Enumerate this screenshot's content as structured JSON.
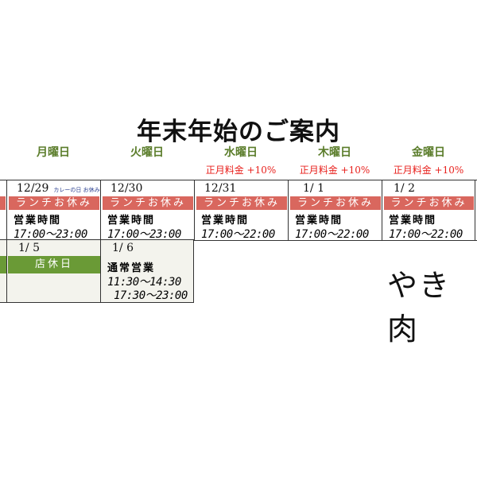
{
  "title": "年末年始のご案内",
  "days": [
    "月曜日",
    "火曜日",
    "水曜日",
    "木曜日",
    "金曜日"
  ],
  "surcharge": "正月料金 +10%",
  "week1": [
    {
      "date": "12/29",
      "note": "カレーの日 お休み",
      "lunch": "ランチお休み",
      "label": "営業時間",
      "hours": "17:00～23:00"
    },
    {
      "date": "12/30",
      "lunch": "ランチお休み",
      "label": "営業時間",
      "hours": "17:00～23:00"
    },
    {
      "date": "12/31",
      "lunch": "ランチお休み",
      "label": "営業時間",
      "hours": "17:00～22:00"
    },
    {
      "date": "1/ 1",
      "lunch": "ランチお休み",
      "label": "営業時間",
      "hours": "17:00～22:00"
    },
    {
      "date": "1/ 2",
      "lunch": "ランチお休み",
      "label": "営業時間",
      "hours": "17:00～22:00"
    }
  ],
  "week2": [
    {
      "date": "1/ 5",
      "closed": "店休日"
    },
    {
      "date": "1/ 6",
      "label": "通常営業",
      "hours1": "11:30～14:30",
      "hours2": "17:30～23:00"
    }
  ],
  "logo": "やき肉",
  "colors": {
    "lunch_bar": "#d9675e",
    "closed_bar": "#6a9a36",
    "day_header": "#5b7d2b",
    "surcharge": "#e8201c"
  }
}
